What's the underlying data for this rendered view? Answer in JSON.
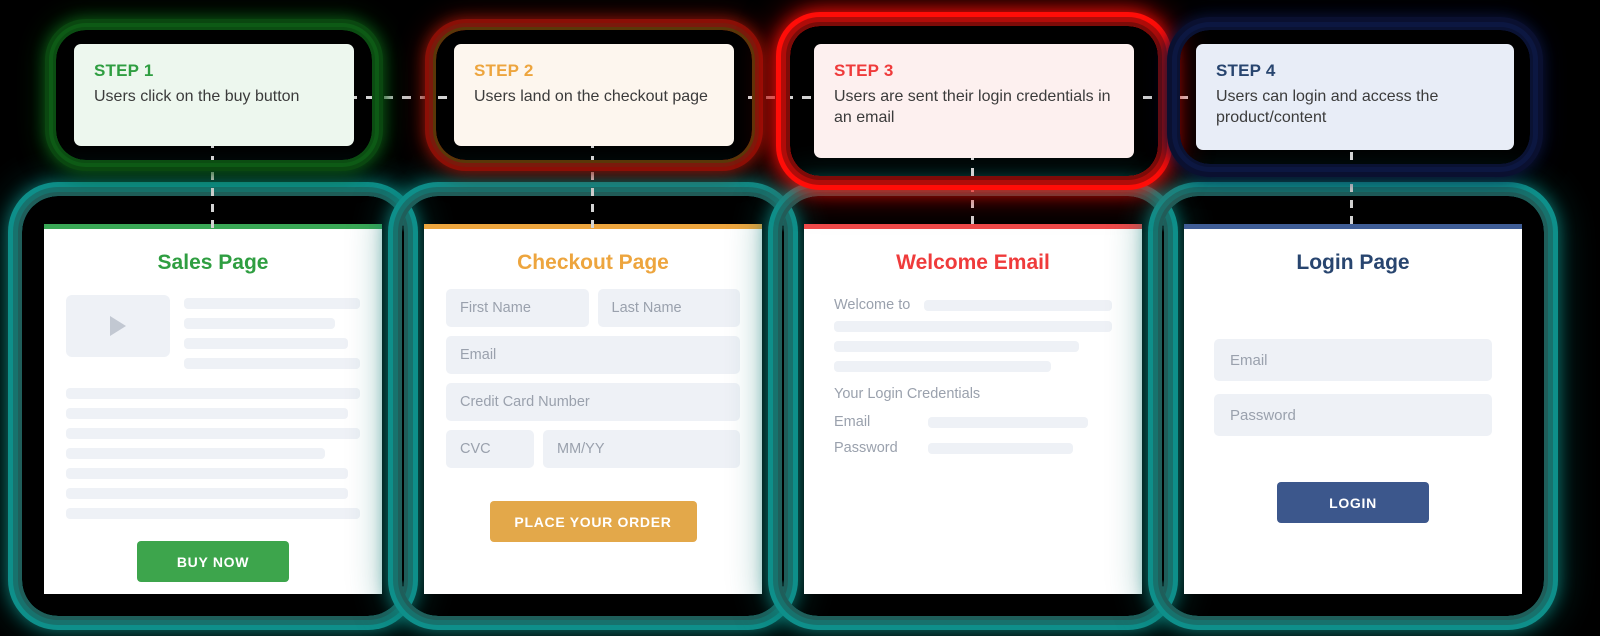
{
  "background": "#000000",
  "steps": [
    {
      "label": "STEP 1",
      "desc": "Users click on the buy button",
      "accent": "#2f9e41",
      "glow": "green"
    },
    {
      "label": "STEP 2",
      "desc": "Users land on the checkout page",
      "accent": "#eda53e",
      "glow": "dark-red"
    },
    {
      "label": "STEP 3",
      "desc": "Users are sent their login credentials in an email",
      "accent": "#ef3b3b",
      "glow": "bright-red"
    },
    {
      "label": "STEP 4",
      "desc": "Users can login and access the product/content",
      "accent": "#28456f",
      "glow": "navy"
    }
  ],
  "mockups": {
    "sales": {
      "title": "Sales Page",
      "accent": "#3aa856",
      "video_icon": "play-icon",
      "button": "BUY NOW",
      "button_color": "#3da54c"
    },
    "checkout": {
      "title": "Checkout Page",
      "accent": "#eda53e",
      "fields": {
        "first_name": "First Name",
        "last_name": "Last Name",
        "email": "Email",
        "credit_card": "Credit Card Number",
        "cvc": "CVC",
        "expiry": "MM/YY"
      },
      "button": "PLACE YOUR ORDER",
      "button_color": "#e3a84a"
    },
    "email": {
      "title": "Welcome Email",
      "accent": "#ef4a4a",
      "welcome_to": "Welcome to",
      "credentials_heading": "Your Login Credentials",
      "email_label": "Email",
      "password_label": "Password"
    },
    "login": {
      "title": "Login Page",
      "accent": "#3f5d96",
      "email_placeholder": "Email",
      "password_placeholder": "Password",
      "button": "LOGIN",
      "button_color": "#3c578c"
    }
  }
}
